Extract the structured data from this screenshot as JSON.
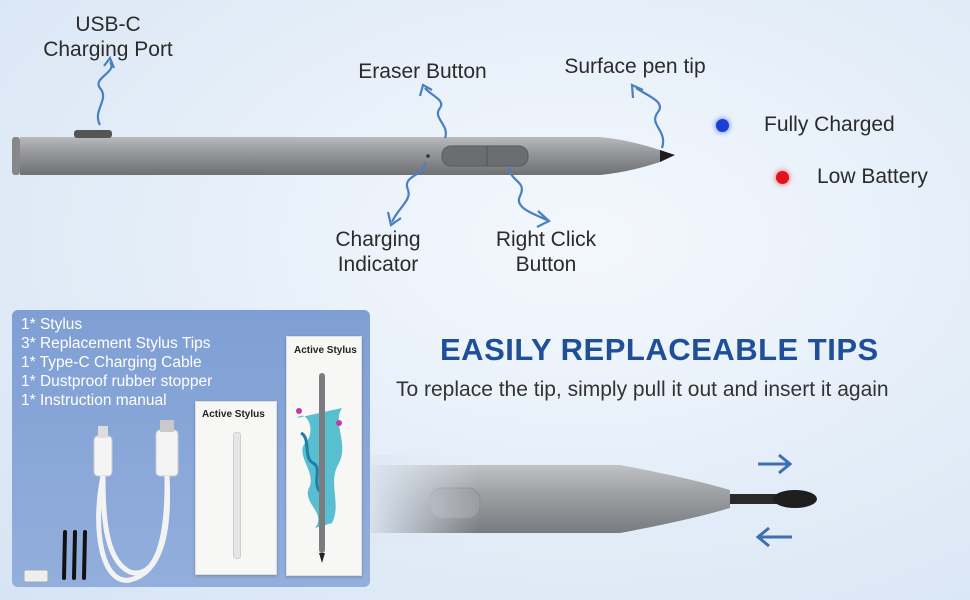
{
  "labels": {
    "usb": [
      "USB-C",
      "Charging Port"
    ],
    "eraser": "Eraser Button",
    "tip": "Surface pen tip",
    "indicator": [
      "Charging",
      "Indicator"
    ],
    "rightclick": [
      "Right Click",
      "Button"
    ]
  },
  "legend": {
    "full": {
      "label": "Fully Charged",
      "color": "#1a3fd6"
    },
    "low": {
      "label": "Low Battery",
      "color": "#e0141a"
    }
  },
  "box": {
    "contents": [
      "1* Stylus",
      "3* Replacement Stylus Tips",
      "1* Type-C Charging Cable",
      "1* Dustproof rubber stopper",
      "1* Instruction manual"
    ],
    "package_small": "Active Stylus",
    "package_large": "Active Stylus"
  },
  "feature": {
    "headline": "EASILY REPLACEABLE TIPS",
    "subtitle": "To replace the tip, simply pull it out and insert it again"
  },
  "colors": {
    "accent": "#1f4f96",
    "arrow": "#4a7fc0",
    "pen": "#8a8c90"
  }
}
